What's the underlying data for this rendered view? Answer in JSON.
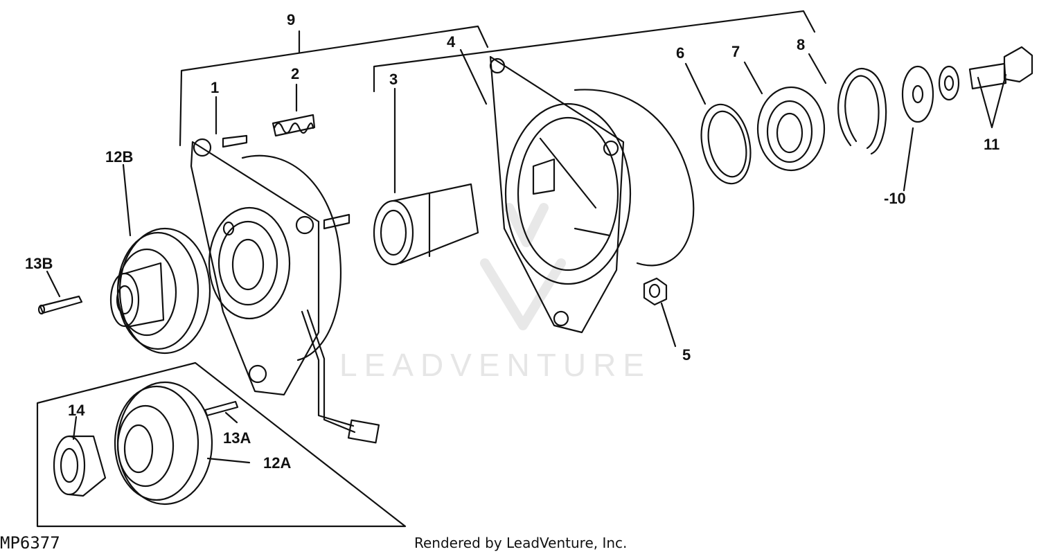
{
  "diagram": {
    "figure_id": "MP6377",
    "render_credit": "Rendered by LeadVenture, Inc.",
    "watermark": "LEADVENTURE",
    "callouts": {
      "c1": "1",
      "c2": "2",
      "c3": "3",
      "c4": "4",
      "c5": "5",
      "c6": "6",
      "c7": "7",
      "c8": "8",
      "c9": "9",
      "c10": "-10",
      "c11": "11",
      "c12a": "12A",
      "c12b": "12B",
      "c13a": "13A",
      "c13b": "13B",
      "c14": "14"
    },
    "line_color": "#111111",
    "watermark_color": "#e6e6e6"
  }
}
